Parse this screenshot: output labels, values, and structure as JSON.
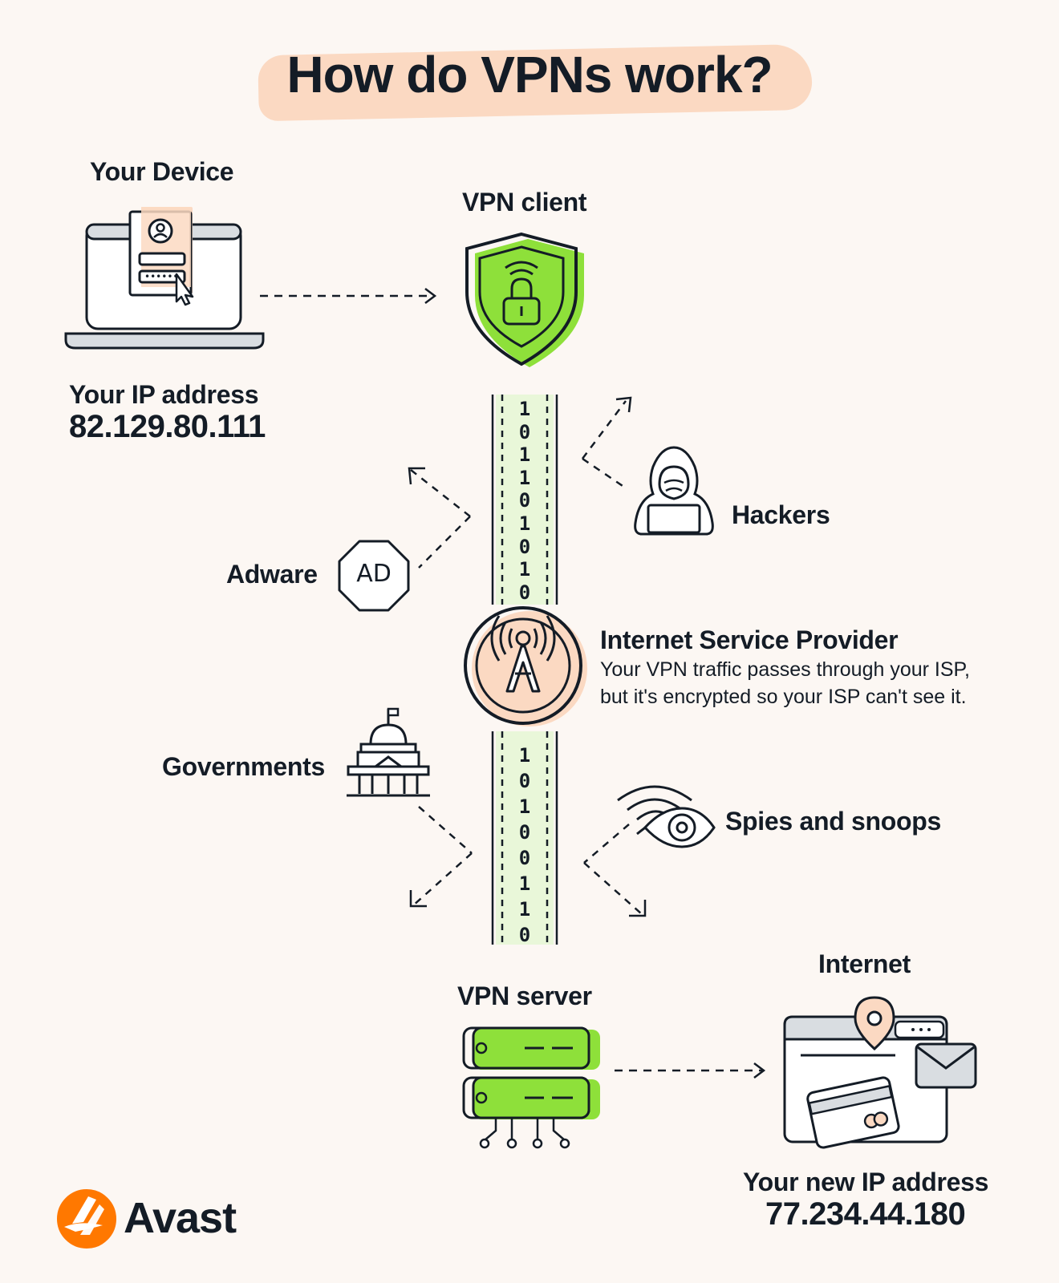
{
  "title": "How do VPNs work?",
  "device": {
    "label": "Your Device",
    "ip_label": "Your IP address",
    "ip": "82.129.80.111"
  },
  "vpn_client": {
    "label": "VPN client"
  },
  "threats": {
    "hackers": "Hackers",
    "adware": "Adware",
    "adware_badge": "AD",
    "governments": "Governments",
    "spies": "Spies and snoops"
  },
  "isp": {
    "label": "Internet Service Provider",
    "desc_line1": "Your VPN traffic passes through your ISP,",
    "desc_line2": "but it's encrypted so your ISP can't see it."
  },
  "tunnel": {
    "upper_bits": [
      "1",
      "0",
      "1",
      "1",
      "0",
      "1",
      "0",
      "1",
      "0"
    ],
    "lower_bits": [
      "1",
      "0",
      "1",
      "0",
      "0",
      "1",
      "1",
      "0"
    ]
  },
  "vpn_server": {
    "label": "VPN server"
  },
  "internet": {
    "label": "Internet",
    "ip_label": "Your new IP address",
    "ip": "77.234.44.180"
  },
  "brand": {
    "name": "Avast"
  },
  "colors": {
    "background": "#fcf7f3",
    "accent_green": "#8ee03a",
    "accent_peach": "#fbd9c2",
    "brand_orange": "#ff7800",
    "ink": "#141c26"
  }
}
